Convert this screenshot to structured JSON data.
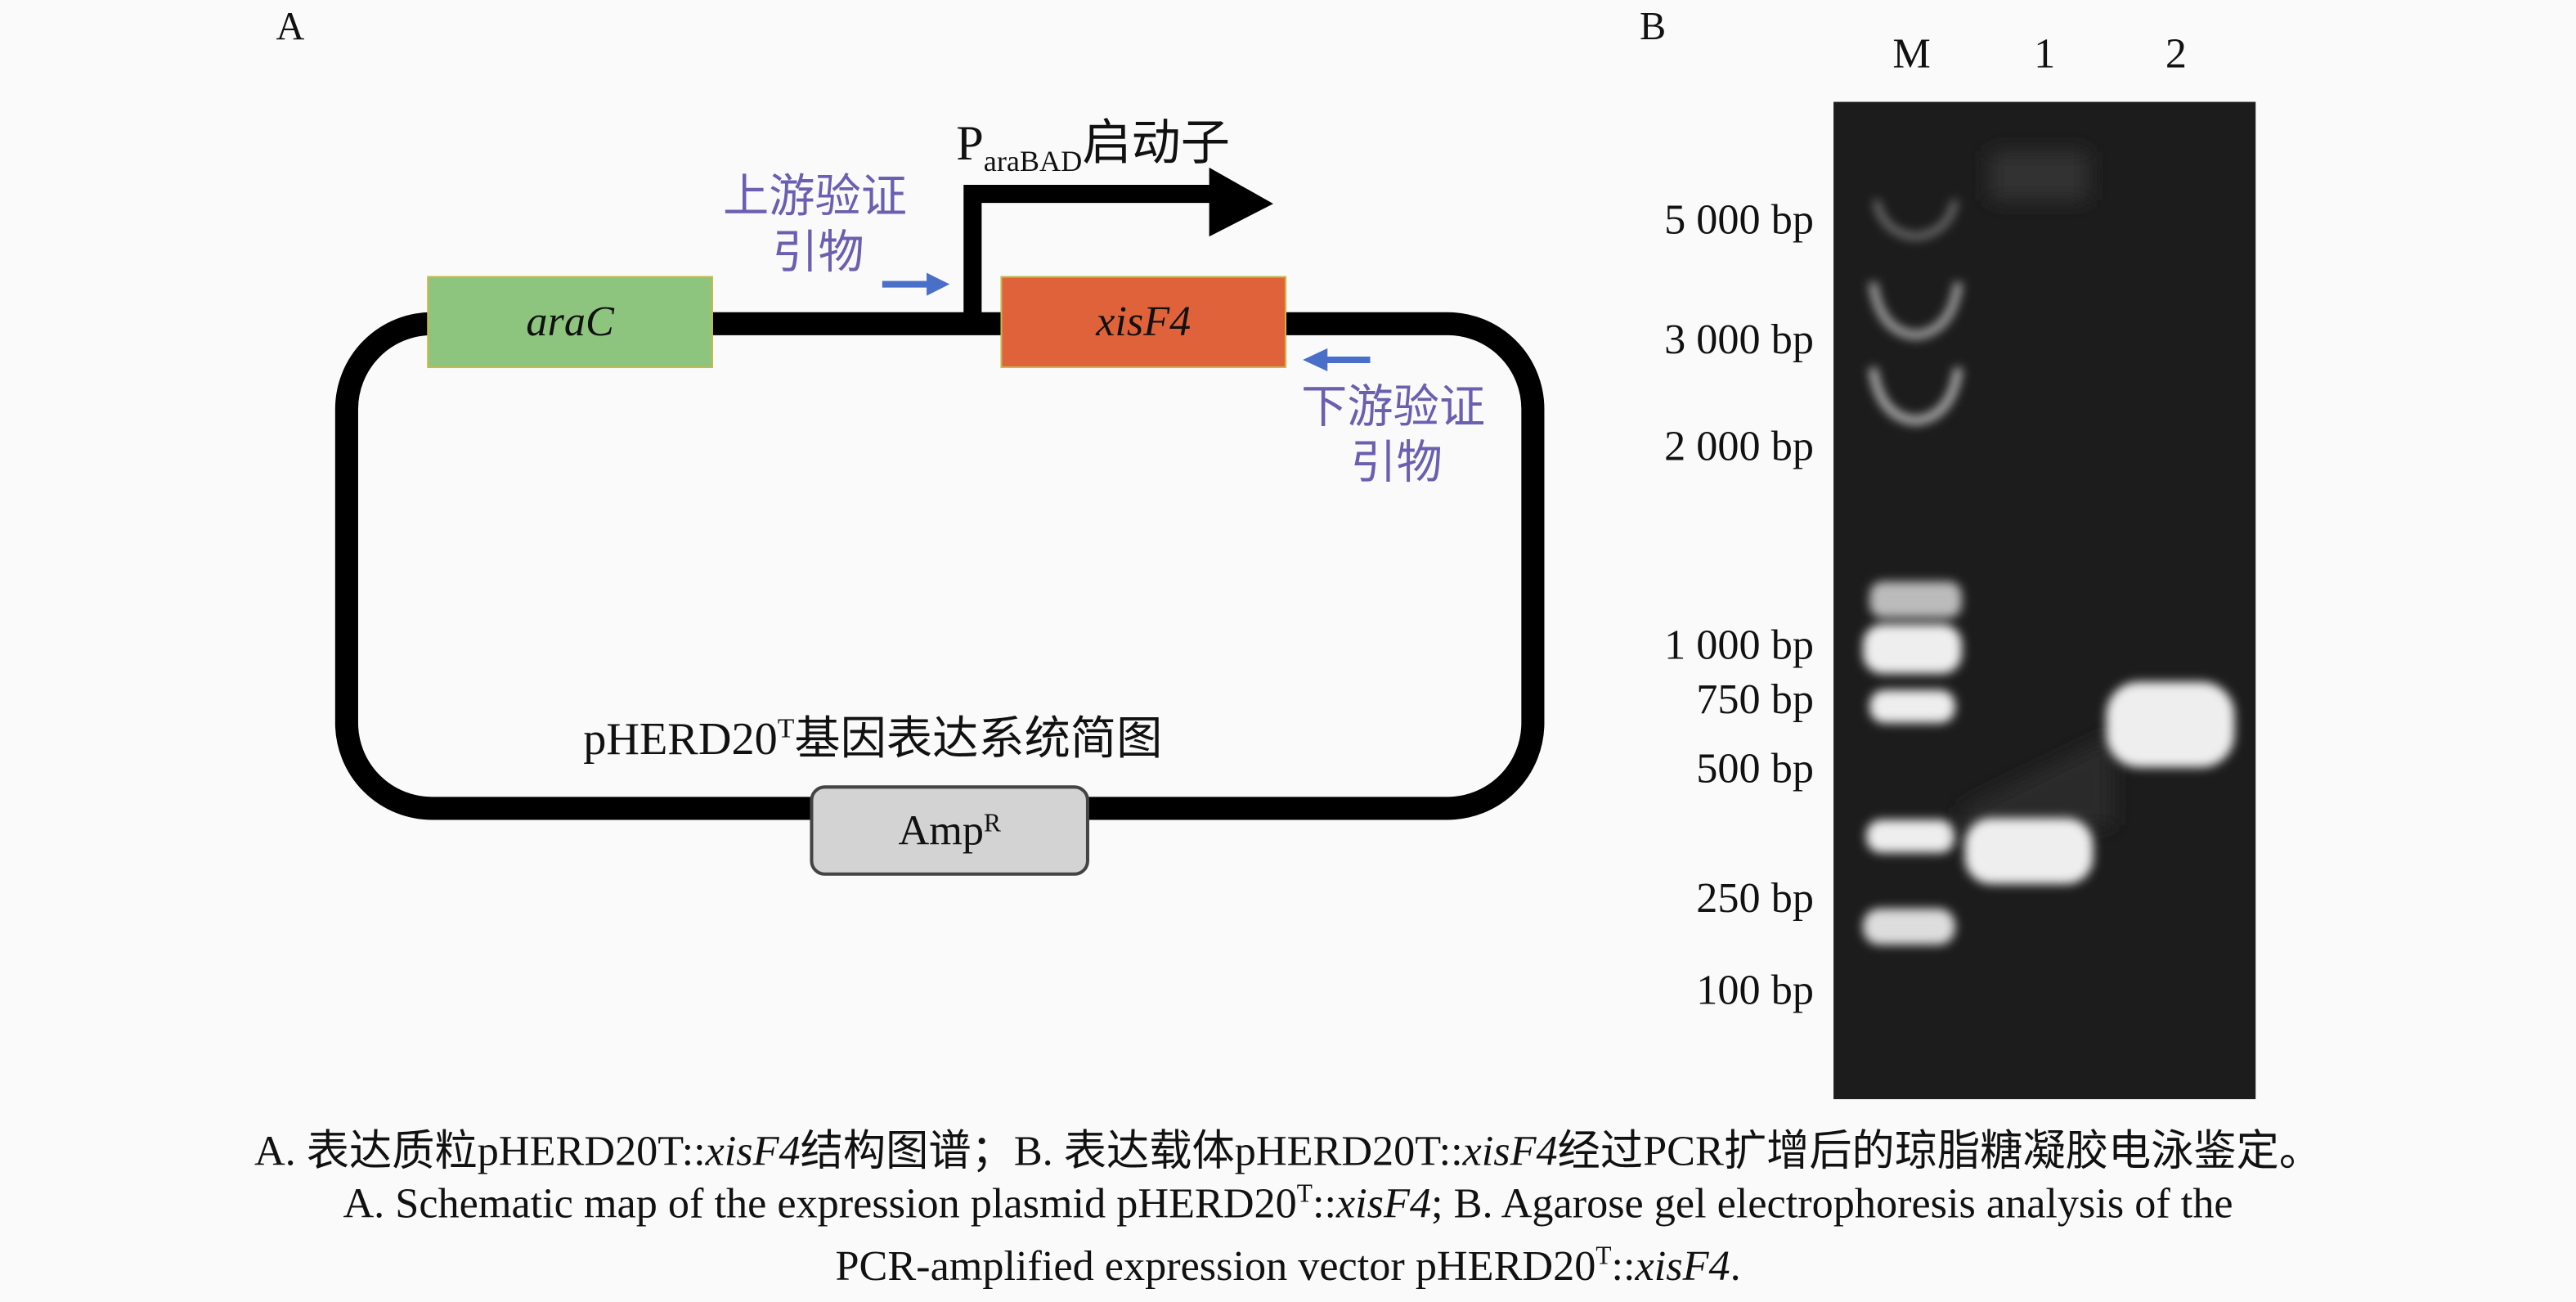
{
  "panel_a": {
    "label": "A",
    "promoter": {
      "main": "P",
      "sub": "araBAD",
      "suffix": "启动子"
    },
    "upstream_primer": [
      "上游验证",
      "引物"
    ],
    "downstream_primer": [
      "下游验证",
      "引物"
    ],
    "genes": {
      "arac": "araC",
      "xisf4": "xisF4"
    },
    "resistance": {
      "main": "Amp",
      "sup": "R"
    },
    "system_title": {
      "pre": "pHERD20",
      "sup": "T",
      "post": "基因表达系统简图"
    },
    "colors": {
      "arac": "#8dc47e",
      "xisf4": "#e0623a",
      "primer": "#6a5fb0",
      "arrow": "#4a6fc8",
      "amp": "#d3d3d3"
    }
  },
  "panel_b": {
    "label": "B",
    "lanes": [
      "M",
      "1",
      "2"
    ],
    "markers": [
      "5 000 bp",
      "3 000 bp",
      "2 000 bp",
      "1 000 bp",
      "750 bp",
      "500 bp",
      "250 bp",
      "100 bp"
    ]
  },
  "caption": {
    "zh": {
      "a": "A. 表达质粒pHERD20T::",
      "a_it": "xisF4",
      "a2": "结构图谱；B. 表达载体pHERD20T::",
      "b_it": "xisF4",
      "b2": "经过PCR扩增后的琼脂糖凝胶电泳鉴定。"
    },
    "en1": {
      "a": "A. Schematic map of the expression plasmid pHERD20",
      "sup": "T",
      "mid": "::",
      "it": "xisF4",
      "b": "; B. Agarose gel electrophoresis analysis of the"
    },
    "en2": {
      "a": "PCR-amplified expression vector pHERD20",
      "sup": "T",
      "mid": "::",
      "it": "xisF4",
      "b": "."
    }
  }
}
